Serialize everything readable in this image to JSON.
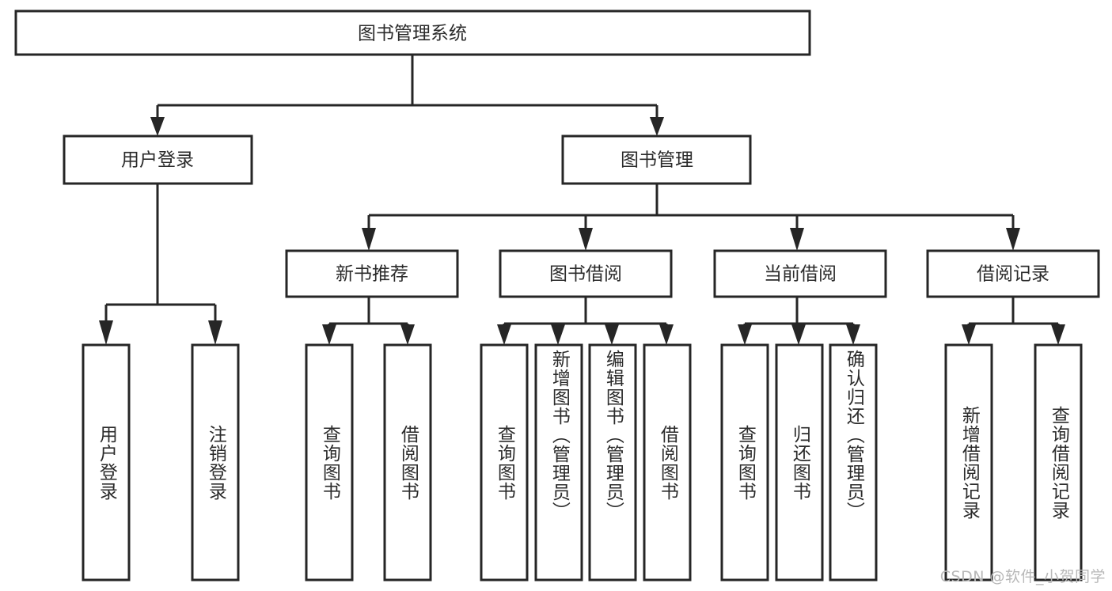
{
  "diagram": {
    "type": "tree",
    "title": "图书管理系统",
    "orientation": "top-down",
    "colors": {
      "box_stroke": "#262626",
      "box_fill": "#ffffff",
      "text": "#2b2b2b",
      "connector": "#262626",
      "watermark": "#b8b8b8",
      "background": "#ffffff"
    },
    "root": {
      "label": "图书管理系统"
    },
    "level2": [
      {
        "label": "用户登录"
      },
      {
        "label": "图书管理"
      }
    ],
    "level3": [
      {
        "label": "新书推荐",
        "parent": "图书管理"
      },
      {
        "label": "图书借阅",
        "parent": "图书管理"
      },
      {
        "label": "当前借阅",
        "parent": "图书管理"
      },
      {
        "label": "借阅记录",
        "parent": "图书管理"
      }
    ],
    "leaves": {
      "用户登录": [
        {
          "label": "用户登录"
        },
        {
          "label": "注销登录"
        }
      ],
      "新书推荐": [
        {
          "label": "查询图书"
        },
        {
          "label": "借阅图书"
        }
      ],
      "图书借阅": [
        {
          "label": "查询图书"
        },
        {
          "label": "新增图书（管理员）"
        },
        {
          "label": "编辑图书（管理员）"
        },
        {
          "label": "借阅图书"
        }
      ],
      "当前借阅": [
        {
          "label": "查询图书"
        },
        {
          "label": "归还图书"
        },
        {
          "label": "确认归还（管理员）"
        }
      ],
      "借阅记录": [
        {
          "label": "新增借阅记录"
        },
        {
          "label": "查询借阅记录"
        }
      ]
    }
  },
  "watermark": {
    "text": "CSDN @软件_小贺同学"
  }
}
